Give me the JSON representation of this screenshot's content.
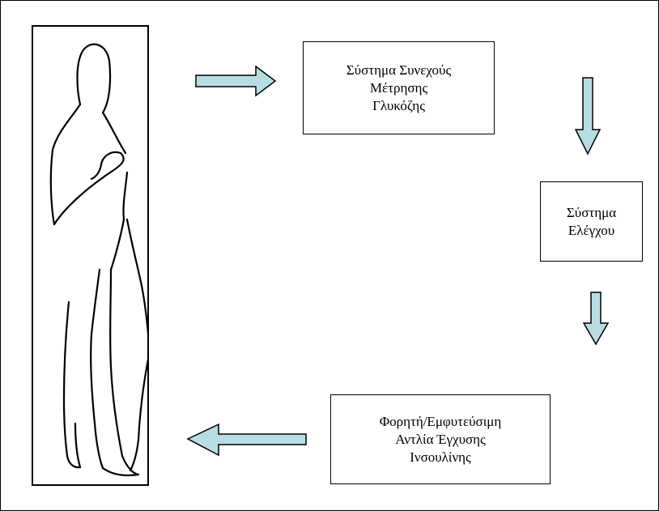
{
  "diagram": {
    "boxes": {
      "cgm": {
        "lines": [
          "Σύστημα Συνεχούς",
          "Μέτρησης",
          "Γλυκόζης"
        ]
      },
      "control": {
        "lines": [
          "Σύστημα",
          "Ελέγχου"
        ]
      },
      "pump": {
        "lines": [
          "Φορητή/Εμφυτεύσιμη",
          "Αντλία Έγχυσης",
          "Ινσουλίνης"
        ]
      }
    },
    "colors": {
      "arrow_fill": "#b7dde3",
      "outline": "#000000"
    }
  }
}
